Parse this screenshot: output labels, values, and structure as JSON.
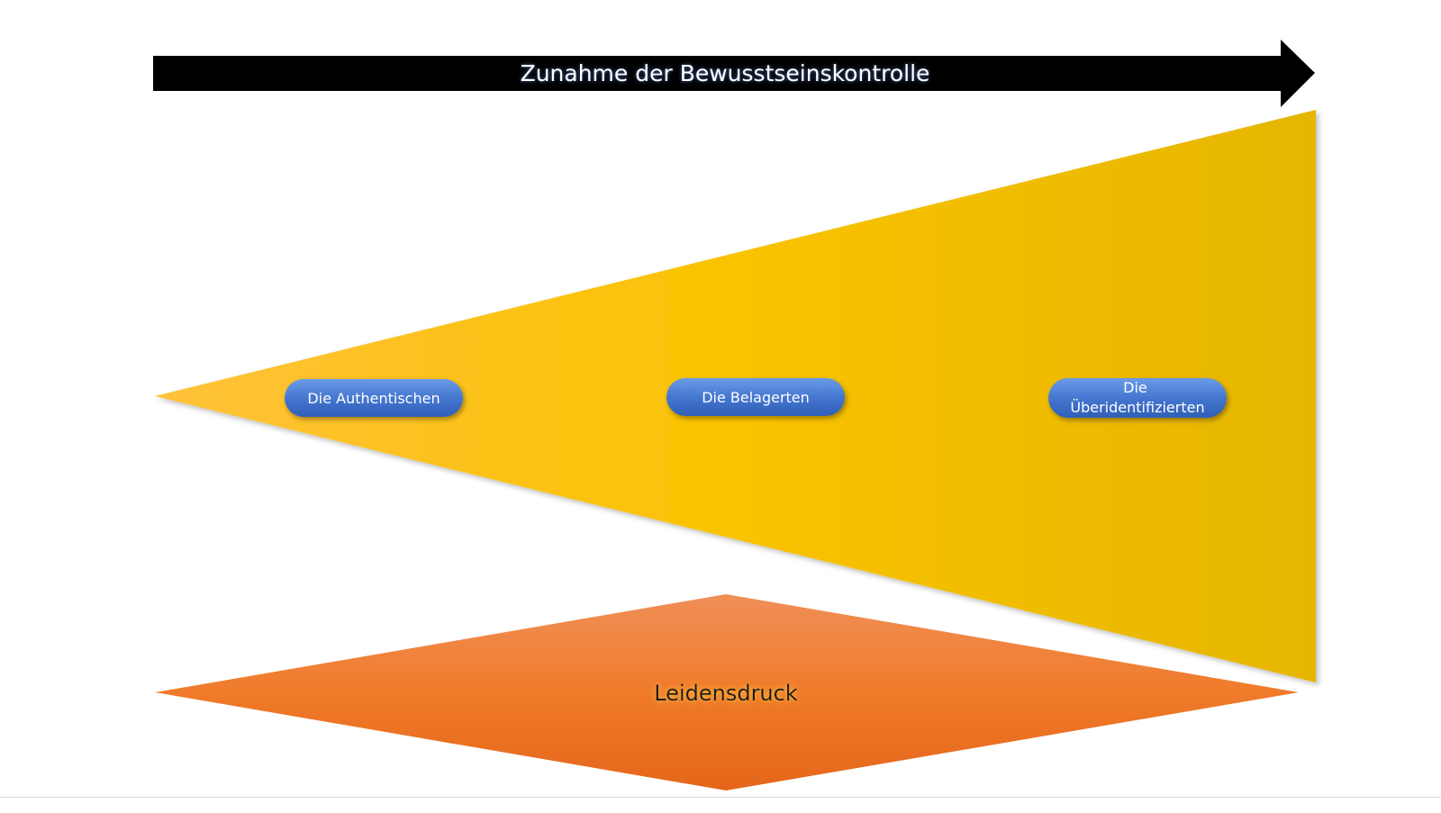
{
  "arrow": {
    "label": "Zunahme der Bewusstseinskontrolle"
  },
  "wedge": {
    "pills": [
      {
        "lines": [
          "Die Authentischen"
        ]
      },
      {
        "lines": [
          "Die Belagerten"
        ]
      },
      {
        "lines": [
          "Die",
          "Überidentifizierten"
        ]
      }
    ]
  },
  "diamond": {
    "label": "Leidensdruck"
  },
  "colors": {
    "arrow": "#000000",
    "wedge_light": "#FFC23A",
    "wedge_mid": "#FAC300",
    "wedge_dark": "#E5B600",
    "pill_top": "#5B8FE0",
    "pill_bottom": "#2F5FB8",
    "diamond_top": "#F08C52",
    "diamond_bottom": "#E8671A"
  }
}
